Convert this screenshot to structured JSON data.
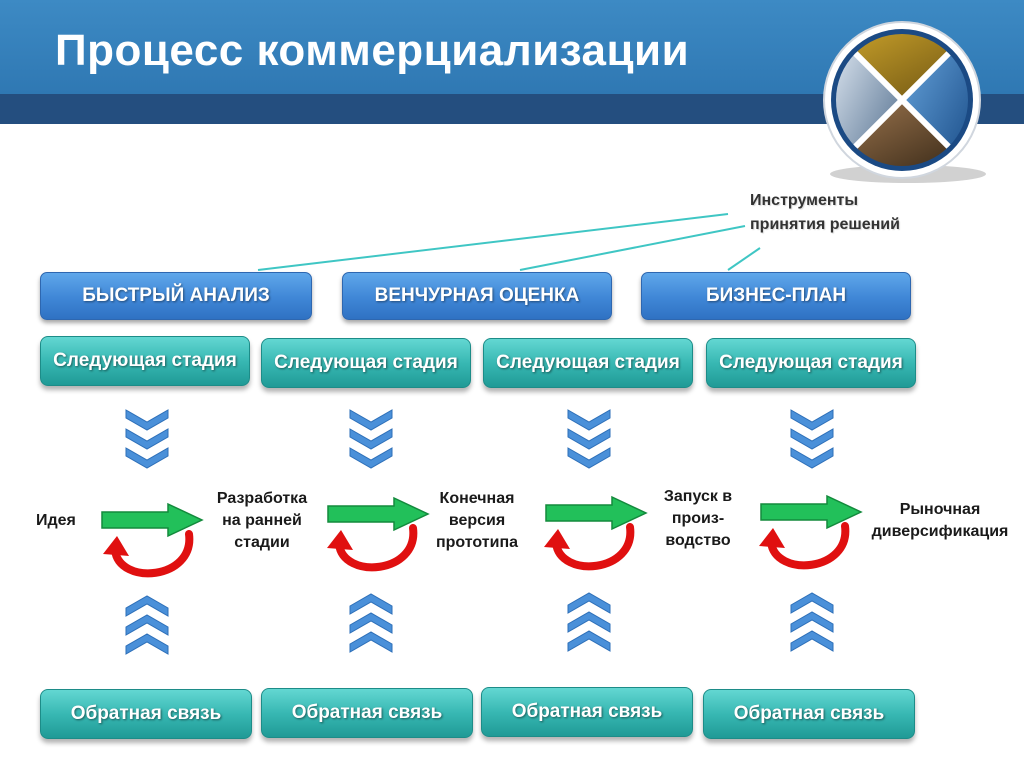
{
  "header": {
    "title": "Процесс коммерциализации"
  },
  "tools": {
    "line1": "Инструменты",
    "line2": "принятия решений"
  },
  "methods": [
    "БЫСТРЫЙ АНАЛИЗ",
    "ВЕНЧУРНАЯ ОЦЕНКА",
    "БИЗНЕС-ПЛАН"
  ],
  "next_stage": [
    "Следующая стадия",
    "Следующая стадия",
    "Следующая стадия",
    "Следующая стадия"
  ],
  "feedback": [
    "Обратная связь",
    "Обратная связь",
    "Обратная связь",
    "Обратная связь"
  ],
  "stages": {
    "s1": {
      "l1": "Идея"
    },
    "s2": {
      "l1": "Разработка",
      "l2": "на ранней",
      "l3": "стадии"
    },
    "s3": {
      "l1": "Конечная",
      "l2": "версия",
      "l3": "прототипа"
    },
    "s4": {
      "l1": "Запуск в",
      "l2": "произ-",
      "l3": "водство"
    },
    "s5": {
      "l1": "Рыночная",
      "l2": "диверсификация"
    }
  },
  "colors": {
    "header": "#3a85c0",
    "header_bar": "#244e7f",
    "method": "#3f86d6",
    "teal": "#38b8b3",
    "arrow_green": "#22c05a",
    "arrow_red": "#e01010",
    "chevron": "#4a90d9"
  }
}
